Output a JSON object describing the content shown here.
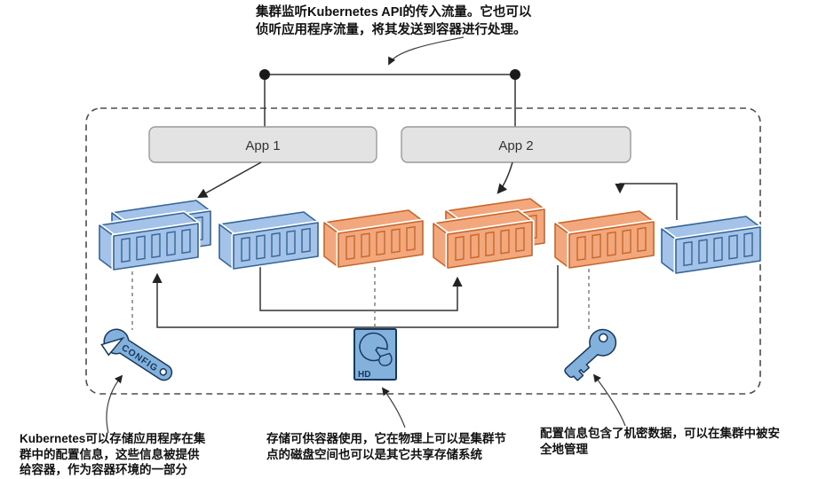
{
  "apps": [
    {
      "label": "App 1"
    },
    {
      "label": "App 2"
    }
  ],
  "icons": {
    "wrench_label": "CONFIG",
    "harddisk_label": "HD",
    "wrench_name": "config-wrench",
    "harddisk_name": "hard-disk",
    "key_name": "secret-key"
  },
  "annotations": {
    "ingress": {
      "lines": [
        "集群监听Kubernetes API的传入流量。它也可以",
        "侦听应用程序流量，将其发送到容器进行处理。"
      ]
    },
    "config": {
      "lines": [
        "Kubernetes可以存储应用程序在集",
        "群中的配置信息，这些信息被提供",
        "给容器，作为容器环境的一部分"
      ]
    },
    "storage": {
      "lines": [
        "存储可供容器使用，它在物理上可以是集群节",
        "点的磁盘空间也可以是其它共享存储系统"
      ]
    },
    "secrets": {
      "lines": [
        "配置信息包含了机密数据，可以在集群中被安",
        "全地管理"
      ]
    }
  },
  "containers": [
    {
      "slot": 1,
      "color": "blue",
      "count": 2
    },
    {
      "slot": 2,
      "color": "blue",
      "count": 1
    },
    {
      "slot": 3,
      "color": "orange",
      "count": 1
    },
    {
      "slot": 4,
      "color": "orange",
      "count": 2
    },
    {
      "slot": 5,
      "color": "orange",
      "count": 1
    },
    {
      "slot": 6,
      "color": "blue",
      "count": 1
    }
  ],
  "connections": [
    {
      "from": "ingress-line",
      "to": "app-1"
    },
    {
      "from": "ingress-line",
      "to": "app-2"
    },
    {
      "from": "app-1",
      "to": "container-group-1",
      "style": "arrow"
    },
    {
      "from": "app-2",
      "to": "container-group-4",
      "style": "arrow"
    },
    {
      "from": "container-group-6",
      "to": "container-group-5",
      "style": "arrow"
    },
    {
      "from": "container-group-2",
      "to": "container-group-4",
      "style": "arrow"
    },
    {
      "from": "container-group-5",
      "to": "container-group-1",
      "via": "hard-disk",
      "style": "arrow"
    },
    {
      "from": "config-wrench",
      "to": "container-group-1",
      "style": "dashed"
    },
    {
      "from": "hard-disk",
      "to": "container-group-3",
      "style": "dashed"
    },
    {
      "from": "secret-key",
      "to": "container-group-5",
      "style": "dashed"
    }
  ],
  "colors": {
    "blue_fill": "#a5c3e8",
    "blue_stroke": "#336699",
    "orange_fill": "#f2a87c",
    "orange_stroke": "#c8662a",
    "icon_fill": "#82b2dc",
    "icon_stroke": "#17375e",
    "box_fill": "#e3e3e3",
    "box_stroke": "#9a9a9a",
    "line_color": "#333333",
    "border_color": "#4d4d4d",
    "text_color": "#111111"
  }
}
